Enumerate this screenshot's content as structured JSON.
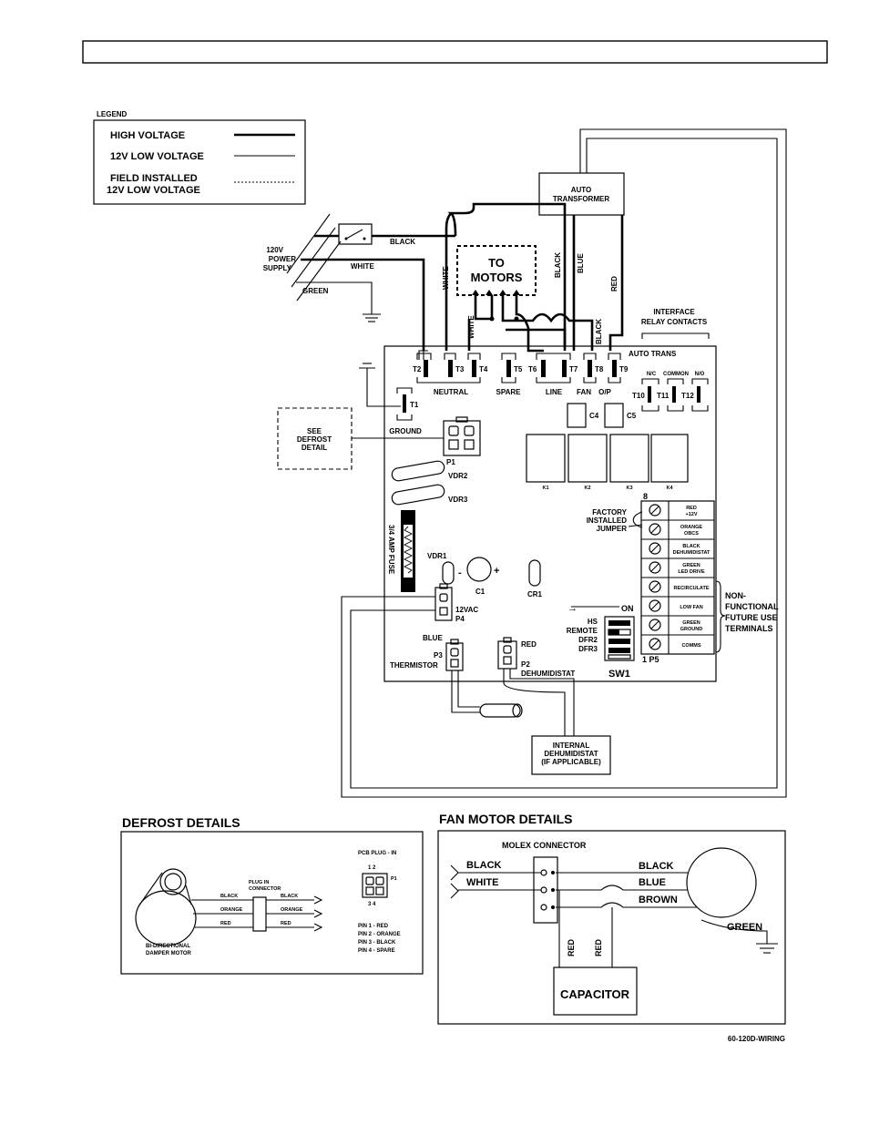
{
  "header": {
    "title": ""
  },
  "legend": {
    "heading": "LEGEND",
    "items": [
      "HIGH VOLTAGE",
      "12V  LOW VOLTAGE",
      "FIELD INSTALLED",
      "12V LOW VOLTAGE"
    ]
  },
  "power": {
    "supply": [
      "120V",
      "POWER",
      "SUPPLY"
    ],
    "black": "BLACK",
    "white": "WHITE",
    "green": "GREEN"
  },
  "transformer": {
    "line1": "AUTO",
    "line2": "TRANSFORMER"
  },
  "motors": {
    "line1": "TO",
    "line2": "MOTORS"
  },
  "wires": {
    "white1": "WHITE",
    "white2": "WHITE",
    "black1": "BLACK",
    "blue": "BLUE",
    "red": "RED",
    "black2": "BLACK"
  },
  "interface": {
    "line1": "INTERFACE",
    "line2": "RELAY CONTACTS"
  },
  "board": {
    "auto_trans": "AUTO TRANS",
    "terminals": [
      "T2",
      "T3",
      "T4",
      "T5",
      "T6",
      "T7",
      "T8",
      "T9",
      "T10",
      "T11",
      "T12",
      "T1"
    ],
    "groups": [
      "NEUTRAL",
      "SPARE",
      "LINE",
      "FAN",
      "O/P",
      "GROUND"
    ],
    "relay_contacts": [
      "N/C",
      "COMMON",
      "N/O"
    ],
    "caps": [
      "C4",
      "C5"
    ],
    "relays": [
      "K1",
      "K2",
      "K3",
      "K4"
    ],
    "plug_p1": "P1",
    "vdr2": "VDR2",
    "vdr3": "VDR3",
    "fuse": "3/4 AMP FUSE",
    "vdr1": "VDR1",
    "c1": "C1",
    "cr1": "CR1",
    "vac": "12VAC",
    "p4": "P4",
    "blue": "BLUE",
    "p3": "P3",
    "thermistor": "THERMISTOR",
    "red": "RED",
    "p2": "P2",
    "dehumidistat": "DEHUMIDISTAT",
    "sw1": "SW1",
    "on": "ON",
    "switches": [
      "HS",
      "REMOTE",
      "DFR2",
      "DFR3"
    ],
    "p5": "1 P5",
    "num8": "8",
    "factory": [
      "FACTORY",
      "INSTALLED",
      "JUMPER"
    ],
    "p5_labels": [
      [
        "RED",
        "+12V"
      ],
      [
        "ORANGE",
        "OBCS"
      ],
      [
        "BLACK",
        "DEHUMIDISTAT"
      ],
      [
        "GREEN",
        "LED DRIVE"
      ],
      [
        "RECIRCULATE"
      ],
      [
        "LOW FAN"
      ],
      [
        "GREEN",
        "GROUND"
      ],
      [
        "COMMS"
      ]
    ],
    "nonfunctional": [
      "NON-",
      "FUNCTIONAL",
      "FUTURE USE",
      "TERMINALS"
    ]
  },
  "see_defrost": [
    "SEE",
    "DEFROST",
    "DETAIL"
  ],
  "internal_dehumidistat": [
    "INTERNAL",
    "DEHUMIDISTAT",
    "(IF APPLICABLE)"
  ],
  "defrost": {
    "title": "DEFROST DETAILS",
    "pcb_plug": "PCB PLUG - IN",
    "pin_top": "1  2",
    "pin_bottom": "3  4",
    "p1": "P1",
    "plug_in": [
      "PLUG IN",
      "CONNECTOR"
    ],
    "wires": [
      "BLACK",
      "ORANGE",
      "RED"
    ],
    "pins": [
      "PIN 1 - RED",
      "PIN 2 - ORANGE",
      "PIN 3 - BLACK",
      "PIN 4 - SPARE"
    ],
    "motor": [
      "BI-DIRECTIONAL",
      "DAMPER MOTOR"
    ]
  },
  "fan_motor": {
    "title": "FAN MOTOR DETAILS",
    "molex": "MOLEX CONNECTOR",
    "left": [
      "BLACK",
      "WHITE"
    ],
    "right": [
      "BLACK",
      "BLUE",
      "BROWN"
    ],
    "green": "GREEN",
    "red": "RED",
    "capacitor": "CAPACITOR"
  },
  "footer": {
    "code": "60-120D-WIRING"
  }
}
